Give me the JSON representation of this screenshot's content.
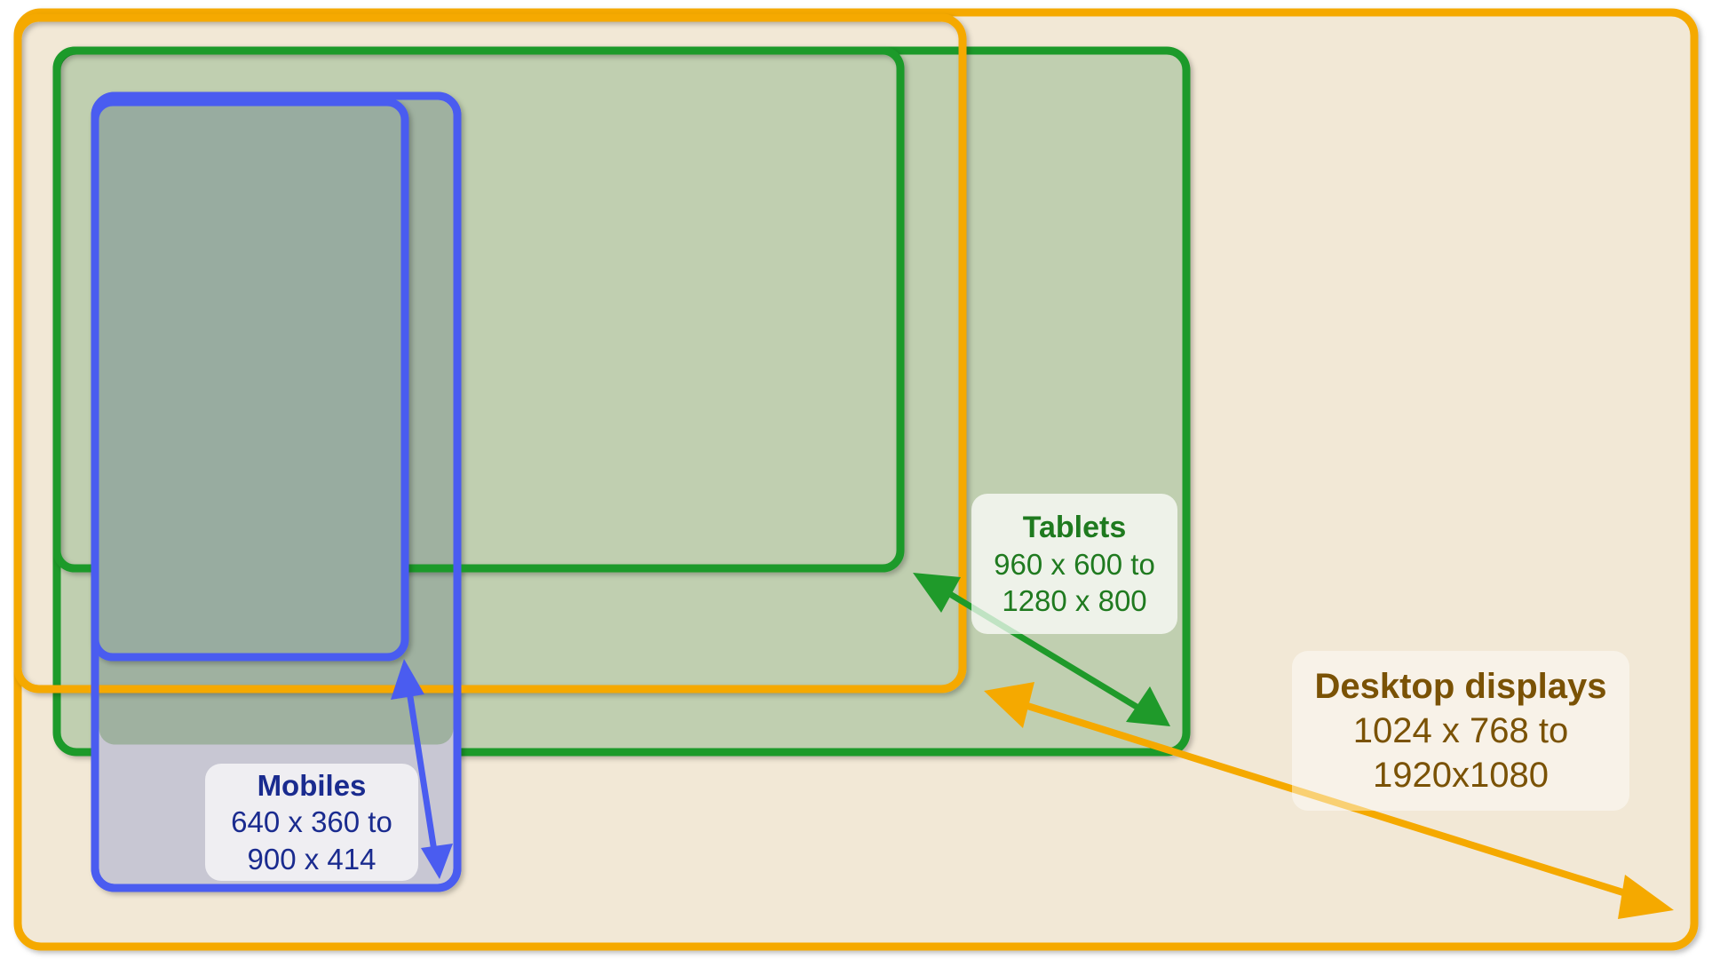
{
  "desktop": {
    "title": "Desktop displays",
    "line1": "1024 x 768 to",
    "line2": "1920x1080",
    "color": "#f5a900"
  },
  "tablets": {
    "title": "Tablets",
    "line1": "960 x 600 to",
    "line2": "1280 x 800",
    "color": "#1f9a2a"
  },
  "mobiles": {
    "title": "Mobiles",
    "line1": "640 x 360 to",
    "line2": "900 x 414",
    "color": "#4a5cf0"
  }
}
